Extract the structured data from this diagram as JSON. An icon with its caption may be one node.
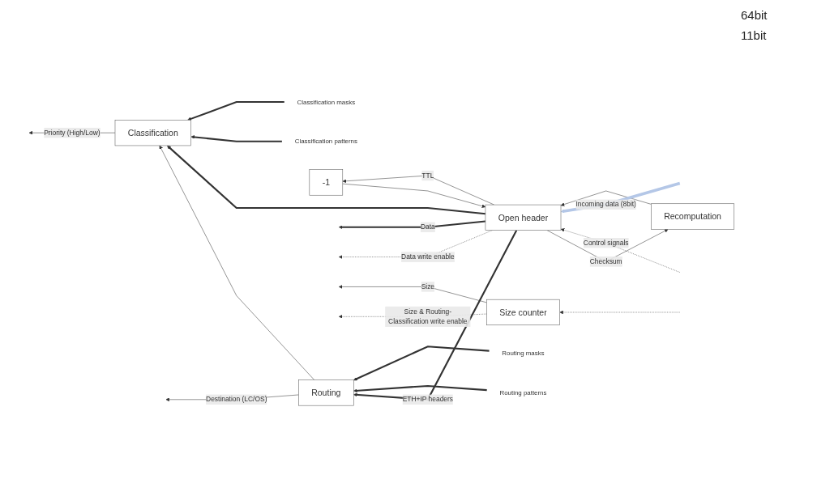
{
  "diagram": {
    "nodes": [
      {
        "text": [
          "Classification masks"
        ]
      },
      {
        "text": [
          "Classification patterns"
        ]
      },
      {
        "text": [
          "Routing masks"
        ]
      },
      {
        "text": [
          "Routing patterns"
        ]
      },
      {
        "text": [
          "Recomputation"
        ]
      },
      {
        "text": [
          "-1"
        ]
      },
      {
        "text": [
          "Classification"
        ]
      },
      {
        "text": [
          "Routing"
        ]
      },
      {
        "text": [
          "Open header"
        ]
      },
      {
        "text": [
          "Size counter"
        ]
      }
    ],
    "edges": [
      {
        "from": 0,
        "to": 6,
        "arrow": "to",
        "style": "thick"
      },
      {
        "from": 1,
        "to": 6,
        "arrow": "to",
        "style": "thick"
      },
      {
        "from": 2,
        "to": 7,
        "arrow": "to",
        "style": "thick"
      },
      {
        "from": 3,
        "to": 7,
        "arrow": "to",
        "style": "thick"
      },
      {
        "from": 8,
        "to": 4,
        "arrow": "to",
        "label": "Checksum"
      },
      {
        "from": 8,
        "to": 5,
        "arrow": "to",
        "label": "TTL"
      },
      {
        "from": 4,
        "to": 8,
        "arrow": "to"
      },
      {
        "from": 5,
        "to": 8,
        "arrow": "to"
      },
      {
        "from": 8,
        "to": 7,
        "arrow": "to",
        "label": "ETH+IP headers",
        "style": "thick"
      },
      {
        "from": 8,
        "to": 6,
        "arrow": "to",
        "style": "thick"
      },
      {
        "from": 6,
        "to": null,
        "arrow": "to",
        "label": "Priority (High/Low)"
      },
      {
        "from": 7,
        "to": null,
        "arrow": "to",
        "label": "Destination (LC/OS)"
      },
      {
        "from": 7,
        "to": 6,
        "arrow": "to"
      },
      {
        "from": 8,
        "to": null,
        "arrow": "to",
        "label": "Data",
        "style": "thick"
      },
      {
        "from": 8,
        "to": null,
        "arrow": "to",
        "label": "Data write enable",
        "style": "dashed"
      },
      {
        "from": null,
        "to": 8,
        "arrow": "to",
        "label": "Incoming data (8bit)",
        "style": "thick",
        "color": "#b4c7e7"
      },
      {
        "from": null,
        "to": 8,
        "arrow": "to",
        "label": "Control signals",
        "style": "dashed"
      },
      {
        "from": null,
        "to": 9,
        "arrow": "to",
        "style": "dashed"
      },
      {
        "from": 9,
        "to": null,
        "arrow": "to",
        "label": "Size"
      },
      {
        "from": 9,
        "to": null,
        "arrow": "to",
        "label": "Size & Routing-Classification write enable",
        "style": "dashed"
      }
    ],
    "labels": [
      "64bit",
      "11bit"
    ]
  }
}
